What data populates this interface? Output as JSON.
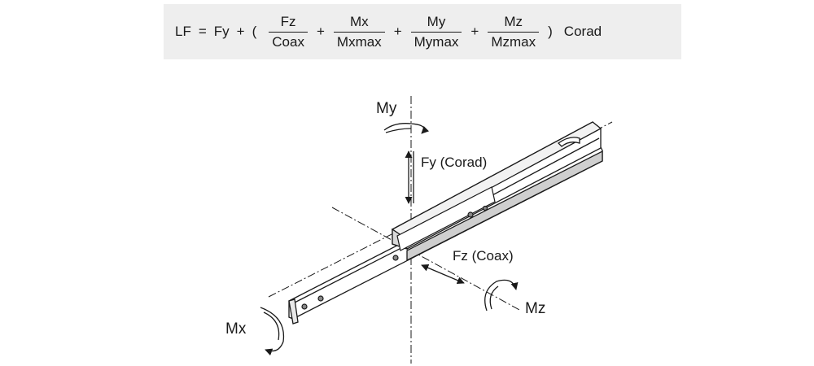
{
  "formula": {
    "lhs": "LF",
    "eq": "=",
    "fy": "Fy",
    "plus": "+",
    "open_paren": "(",
    "close_paren": ")",
    "corad": "Corad",
    "fractions": [
      {
        "num": "Fz",
        "den": "Coax"
      },
      {
        "num": "Mx",
        "den": "Mxmax"
      },
      {
        "num": "My",
        "den": "Mymax"
      },
      {
        "num": "Mz",
        "den": "Mzmax"
      }
    ]
  },
  "diagram": {
    "labels": {
      "my": "My",
      "fy": "Fy (Corad)",
      "fz": "Fz (Coax)",
      "mz": "Mz",
      "mx": "Mx"
    }
  }
}
